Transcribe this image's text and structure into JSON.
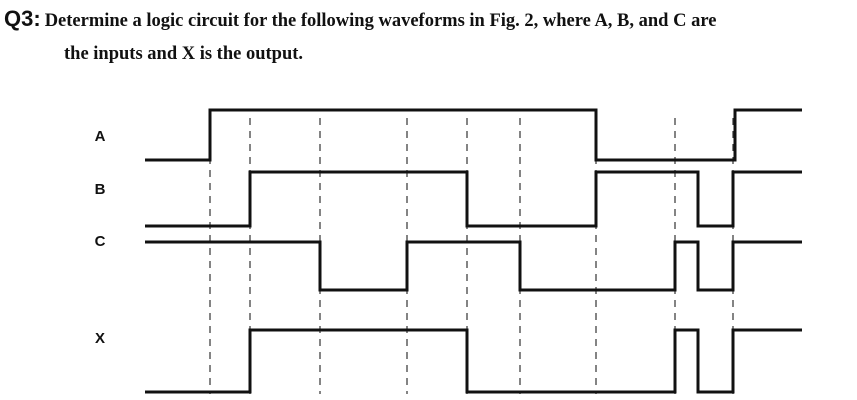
{
  "question": {
    "label": "Q3:",
    "text_line1": "Determine a logic circuit for the following waveforms in Fig. 2, where A, B, and C are",
    "text_line2": "the inputs and X is the output."
  },
  "signals": [
    {
      "name": "A",
      "initial": 0,
      "toggles": [
        1,
        7,
        11
      ]
    },
    {
      "name": "B",
      "initial": 0,
      "toggles": [
        2,
        5,
        7,
        9,
        10
      ]
    },
    {
      "name": "C",
      "initial": 1,
      "toggles": [
        3,
        4,
        6,
        8,
        9,
        10
      ]
    },
    {
      "name": "X",
      "initial": 0,
      "toggles": [
        2,
        5,
        8,
        9,
        10
      ]
    }
  ],
  "colors": {
    "wave": "#111111",
    "guide": "#333333",
    "text": "#111111"
  }
}
